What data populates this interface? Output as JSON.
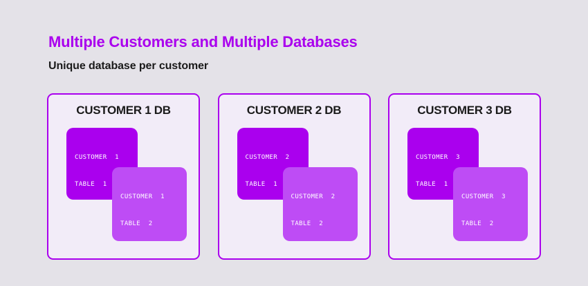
{
  "header": {
    "title": "Multiple Customers and Multiple Databases",
    "subtitle": "Unique database per customer"
  },
  "colors": {
    "page_background": "#E4E2E8",
    "accent_purple": "#AA00EE",
    "card_background": "#F2ECF8",
    "card_border": "#AA00EE",
    "table_primary": "#AA00EE",
    "table_secondary": "#BE4CF5",
    "text_dark": "#1A1A1A",
    "text_on_box": "#FFFFFF"
  },
  "cards": [
    {
      "title": "CUSTOMER 1 DB",
      "tables": [
        {
          "line1": "CUSTOMER  1",
          "line2": "TABLE  1",
          "shade": "primary"
        },
        {
          "line1": "CUSTOMER  1",
          "line2": "TABLE  2",
          "shade": "secondary"
        }
      ]
    },
    {
      "title": "CUSTOMER 2 DB",
      "tables": [
        {
          "line1": "CUSTOMER  2",
          "line2": "TABLE  1",
          "shade": "primary"
        },
        {
          "line1": "CUSTOMER  2",
          "line2": "TABLE  2",
          "shade": "secondary"
        }
      ]
    },
    {
      "title": "CUSTOMER 3 DB",
      "tables": [
        {
          "line1": "CUSTOMER  3",
          "line2": "TABLE  1",
          "shade": "primary"
        },
        {
          "line1": "CUSTOMER  3",
          "line2": "TABLE  2",
          "shade": "secondary"
        }
      ]
    }
  ]
}
